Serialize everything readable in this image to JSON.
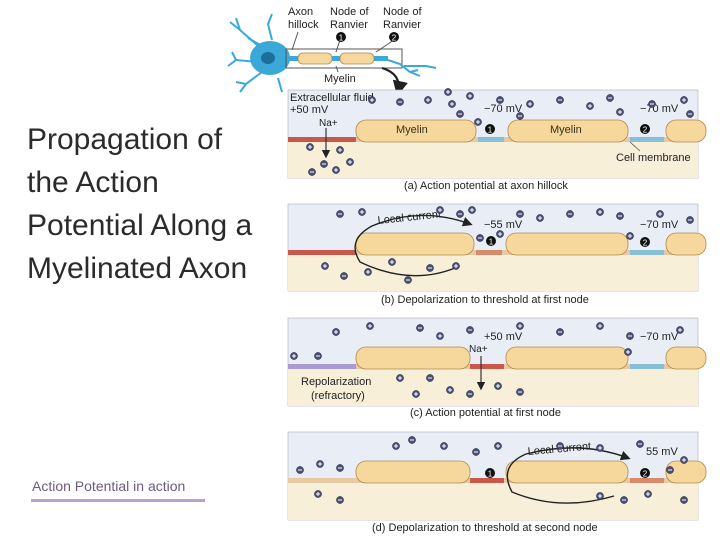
{
  "slide": {
    "title": "Propagation of the Action Potential Along a Myelinated Axon",
    "link_text": "Action Potential in action"
  },
  "colors": {
    "extracellular": "#e9eef6",
    "intracellular": "#f8efd9",
    "myelin": "#f6d79c",
    "node_red": "#c9574a",
    "node_blue": "#86bfd6",
    "refractory": "#a99ad0",
    "neuron": "#3aa9d8"
  },
  "figure": {
    "overview": {
      "axon_hillock": [
        "Axon",
        "hillock"
      ],
      "node1": [
        "Node of",
        "Ranvier"
      ],
      "node2": [
        "Node of",
        "Ranvier"
      ],
      "myelin": "Myelin",
      "num1": "1",
      "num2": "2"
    },
    "panel_a": {
      "extracellular": "Extracellular fluid",
      "v_hillock": "+50 mV",
      "na": "Na+",
      "v_node1": "−70 mV",
      "v_node2": "−70 mV",
      "myelin1": "Myelin",
      "myelin2": "Myelin",
      "cell_membrane": "Cell membrane",
      "num1": "1",
      "num2": "2",
      "caption": "(a) Action potential at axon hillock"
    },
    "panel_b": {
      "local_current": "Local current",
      "v_node1": "−55 mV",
      "v_node2": "−70 mV",
      "num1": "1",
      "num2": "2",
      "caption": "(b) Depolarization to threshold at first node"
    },
    "panel_c": {
      "v_node1": "+50 mV",
      "na": "Na+",
      "v_node2": "−70 mV",
      "repolarization": "Repolarization",
      "refractory": "(refractory)",
      "caption": "(c) Action potential at first node"
    },
    "panel_d": {
      "local_current": "Local current",
      "v_node2": "55 mV",
      "num1": "1",
      "num2": "2",
      "caption": "(d) Depolarization to threshold at second node"
    }
  }
}
